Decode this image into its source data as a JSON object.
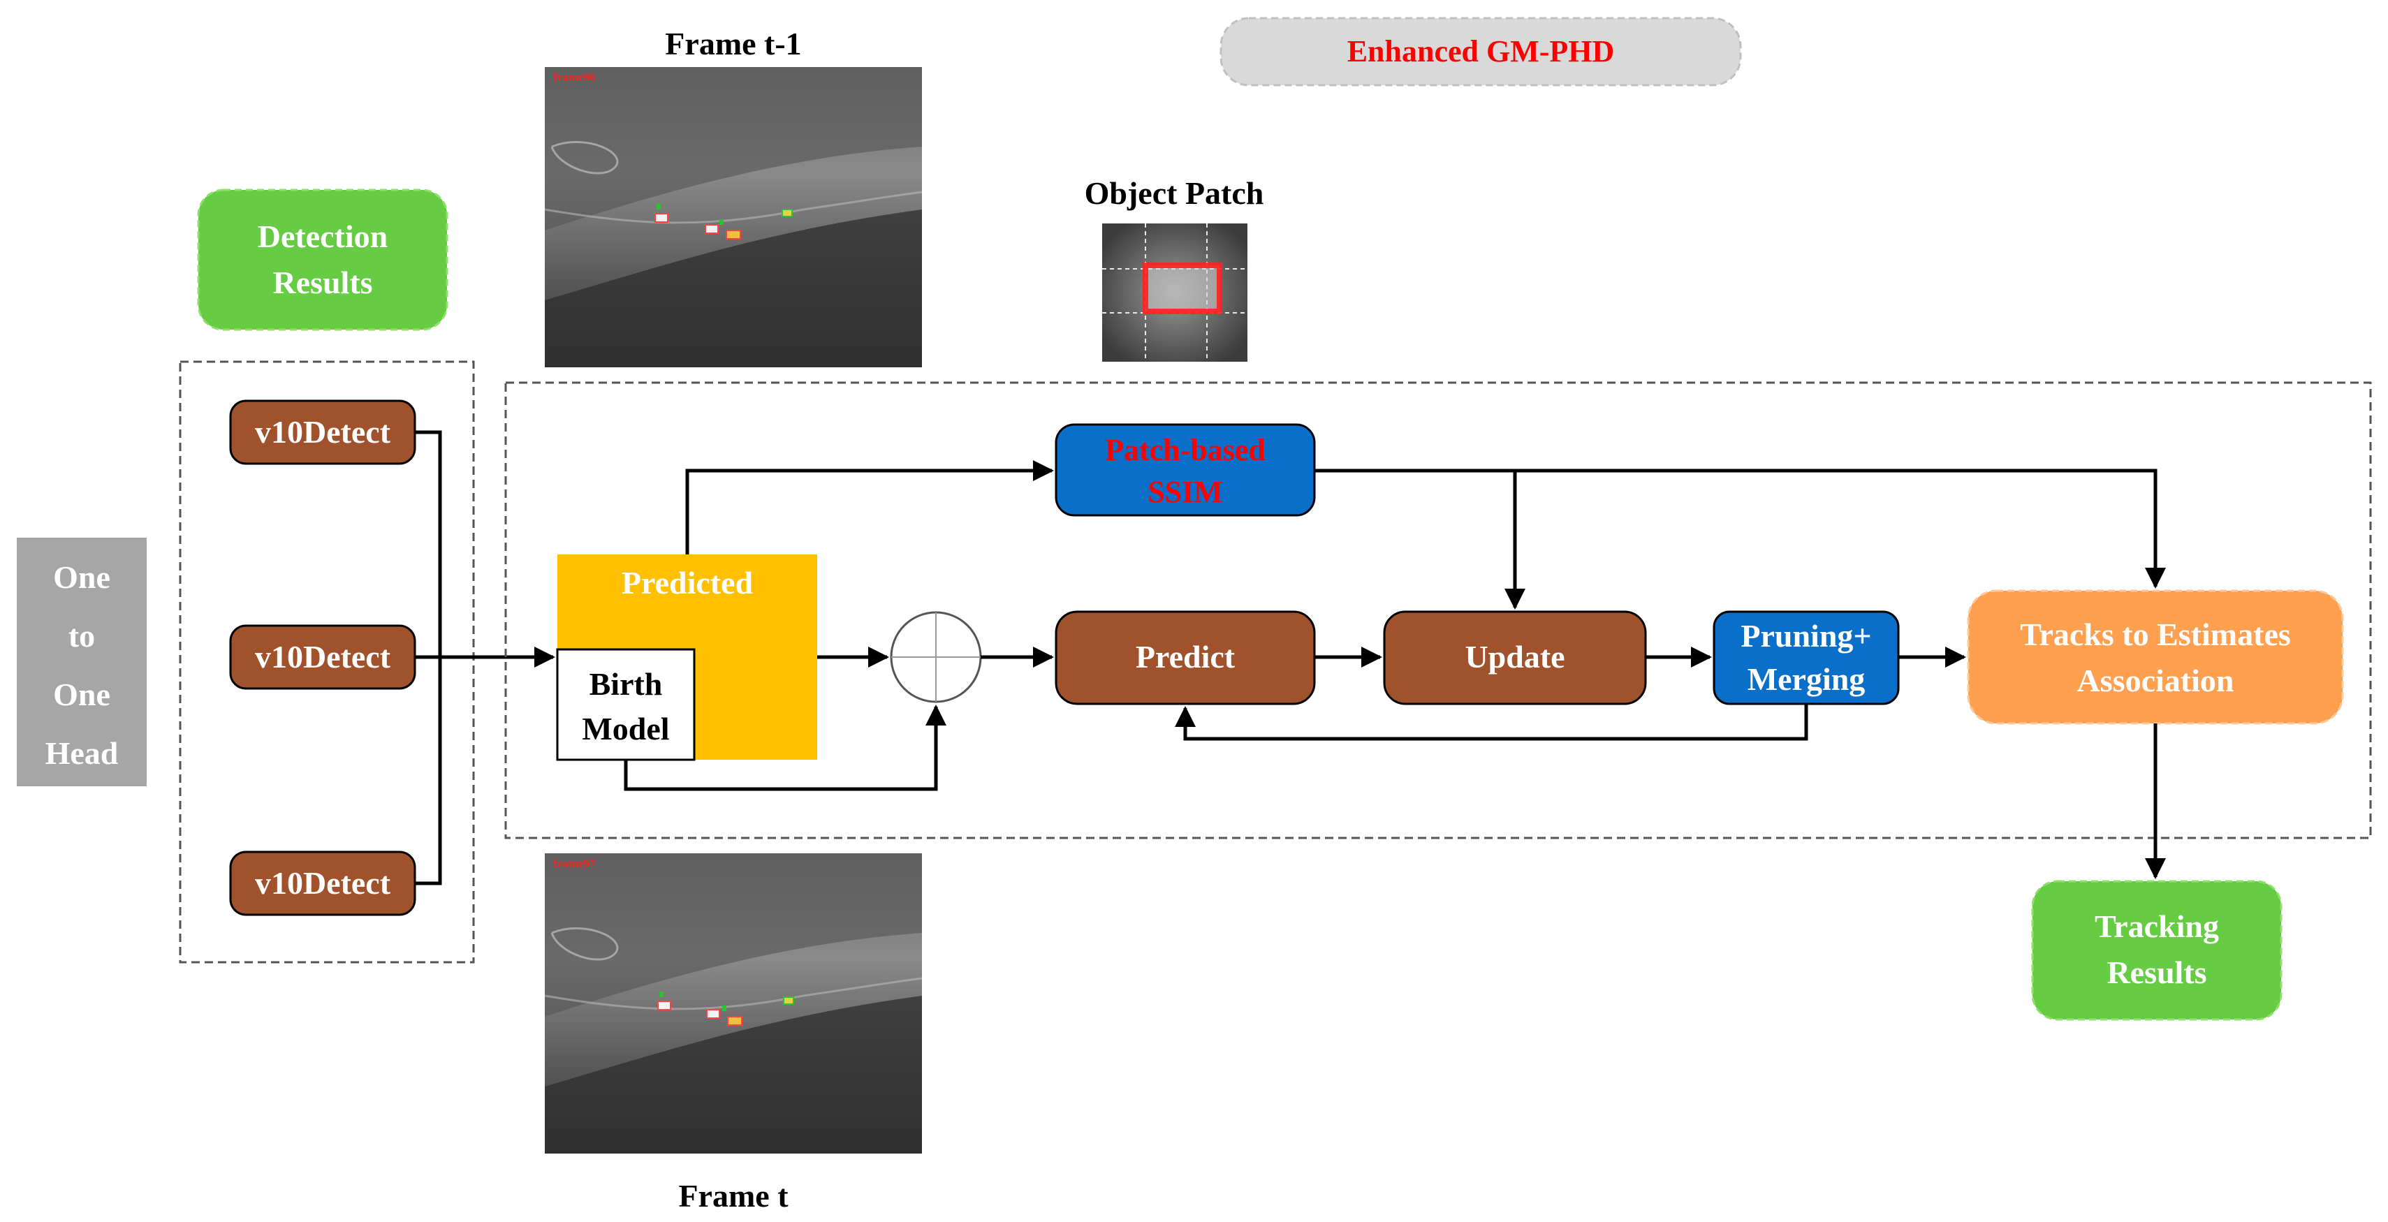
{
  "header": {
    "enhanced_gmphd": "Enhanced GM-PHD",
    "frame_prev_title": "Frame t-1",
    "frame_curr_title": "Frame t",
    "object_patch_title": "Object Patch"
  },
  "frames": {
    "prev_tag": "frame96",
    "curr_tag": "frame97"
  },
  "left": {
    "head_lines": [
      "One",
      "to",
      "One",
      "Head"
    ],
    "detection_results": [
      "Detection",
      "Results"
    ],
    "detectors": [
      "v10Detect",
      "v10Detect",
      "v10Detect"
    ]
  },
  "pipeline": {
    "predicted": "Predicted",
    "birth_model": [
      "Birth",
      "Model"
    ],
    "patch_ssim": [
      "Patch-based",
      "SSIM"
    ],
    "predict": "Predict",
    "update": "Update",
    "pruning_merging": [
      "Pruning+",
      "Merging"
    ],
    "tracks_association": [
      "Tracks to Estimates",
      "Association"
    ],
    "tracking_results": [
      "Tracking",
      "Results"
    ]
  },
  "colors": {
    "gray_head": "#a6a6a6",
    "green": "#66cc44",
    "brown": "#a0522d",
    "blue": "#0a6fc9",
    "orange": "#ffa050",
    "gold": "#ffc000",
    "header_pill": "#d9d9d9",
    "ssim_text": "#ff0000"
  }
}
